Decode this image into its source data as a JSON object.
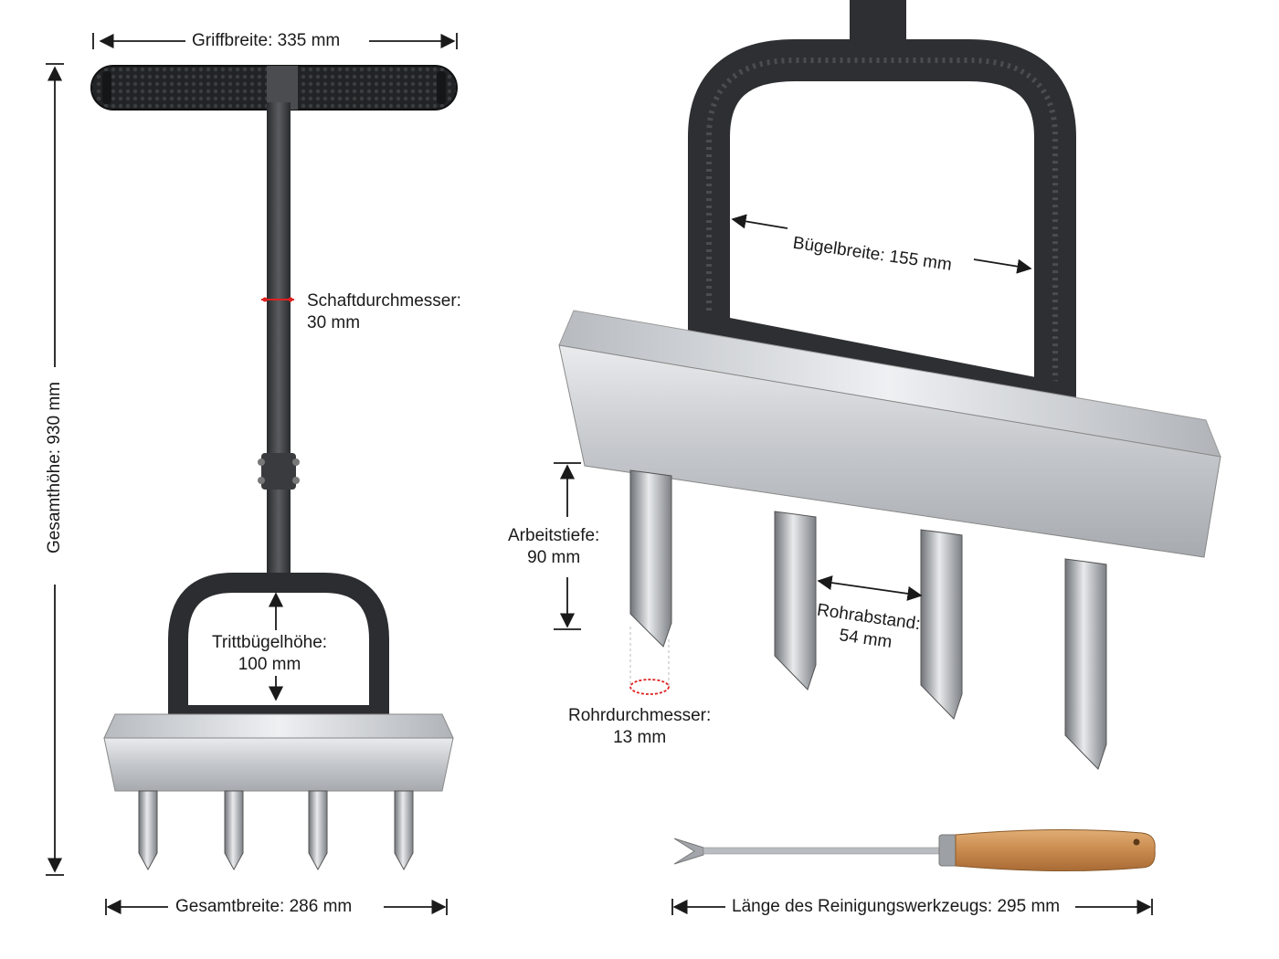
{
  "dimensions": {
    "grip_width": "Griffbreite: 335 mm",
    "total_height": "Gesamthöhe: 930 mm",
    "shaft_diameter_line1": "Schaftdurchmesser:",
    "shaft_diameter_line2": "30 mm",
    "step_bar_height_line1": "Trittbügelhöhe:",
    "step_bar_height_line2": "100 mm",
    "total_width": "Gesamtbreite: 286 mm",
    "bar_width": "Bügelbreite: 155 mm",
    "working_depth_line1": "Arbeitstiefe:",
    "working_depth_line2": "90 mm",
    "tube_spacing_line1": "Rohrabstand:",
    "tube_spacing_line2": "54 mm",
    "tube_diameter_line1": "Rohrdurchmesser:",
    "tube_diameter_line2": "13 mm",
    "cleaning_tool_length": "Länge des Reinigungswerkzeugs: 295 mm"
  },
  "colors": {
    "handle": "#2b2c2e",
    "metal": "#c9ccd0",
    "wood": "#c98a4e",
    "marker": "#e02020"
  }
}
